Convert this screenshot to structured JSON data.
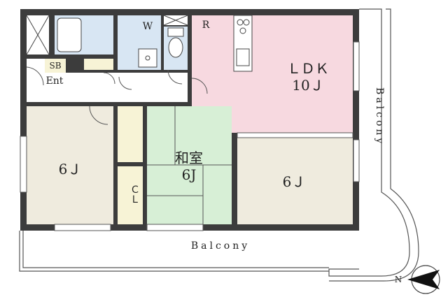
{
  "rooms": {
    "ldk": {
      "name": "ＬＤＫ",
      "size": "10Ｊ"
    },
    "west_room": {
      "size": "6Ｊ"
    },
    "washitsu": {
      "name": "和室",
      "size": "6J"
    },
    "east_room": {
      "size": "6Ｊ"
    },
    "closet": {
      "label": "ＣＬ"
    },
    "shoe_box": {
      "label": "SB"
    },
    "entrance": {
      "label": "Ent"
    },
    "washer": {
      "label": "W"
    },
    "fridge": {
      "label": "R"
    }
  },
  "balcony": {
    "east_label": "Balcony",
    "south_label": "Balcony"
  },
  "compass": {
    "label": "N"
  },
  "colors": {
    "wall": "#3c3c3c",
    "ldk": "#f7d9e0",
    "western": "#efebde",
    "tatami": "#d7efd6",
    "closet": "#f7f3d6",
    "wet": "#d8e6f3",
    "floor": "#ffffff"
  }
}
